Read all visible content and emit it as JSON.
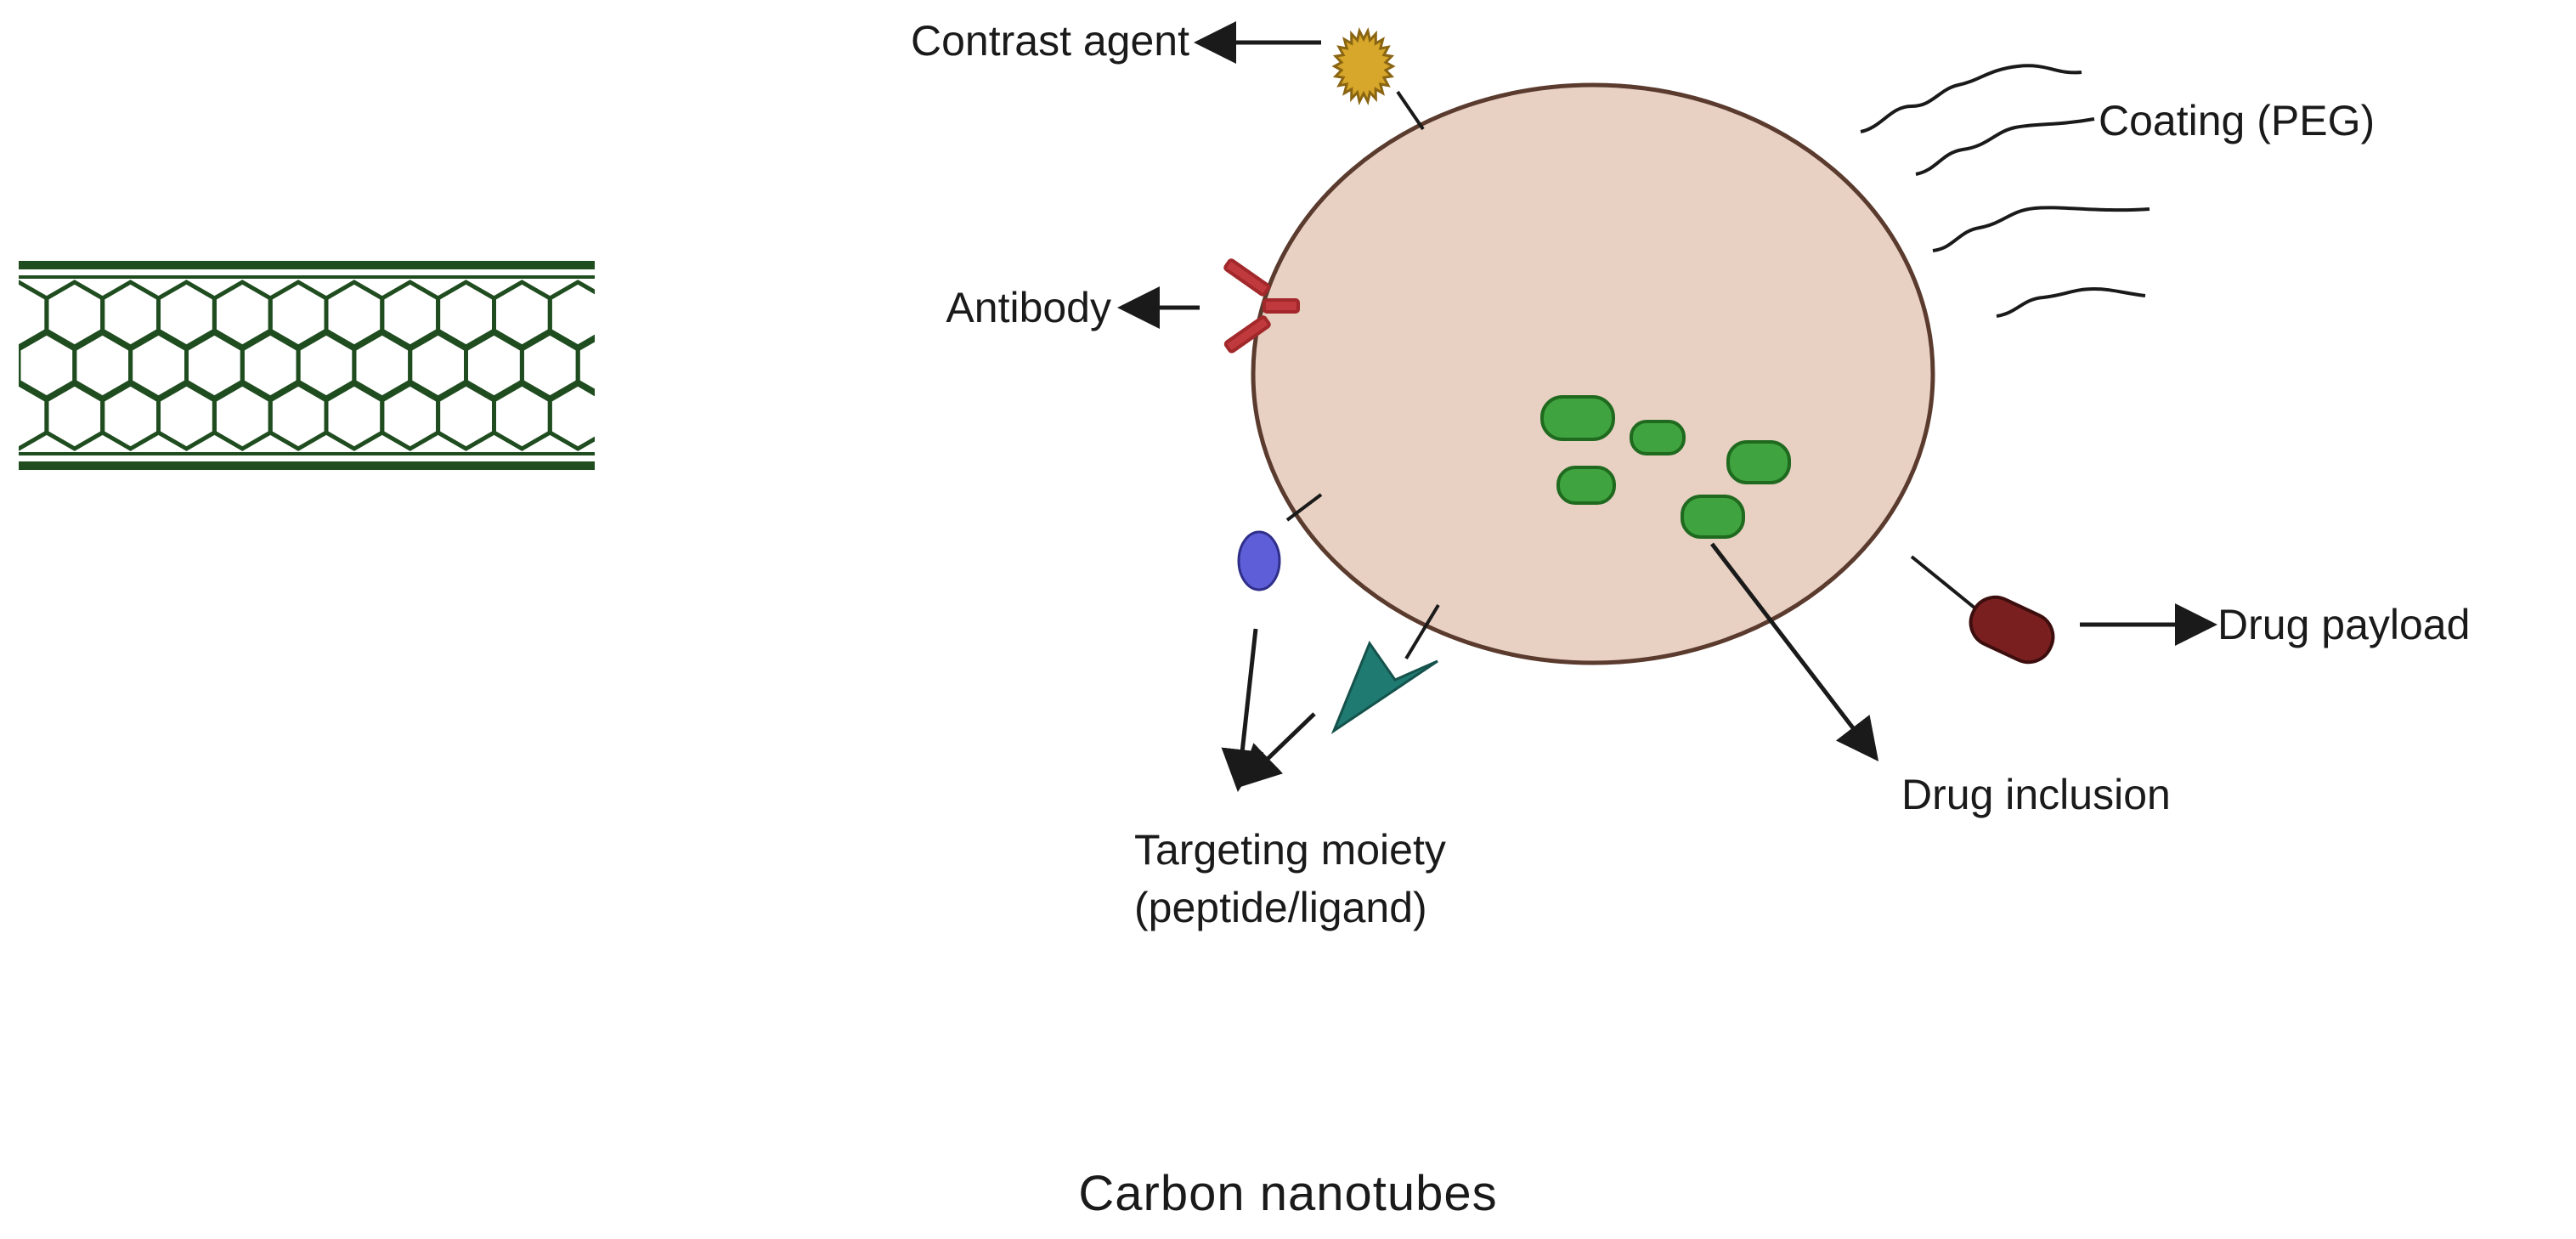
{
  "labels": {
    "contrast_agent": "Contrast agent",
    "coating": "Coating (PEG)",
    "antibody": "Antibody",
    "drug_payload": "Drug payload",
    "drug_inclusion": "Drug inclusion",
    "targeting_line1": "Targeting moiety",
    "targeting_line2": "(peptide/ligand)"
  },
  "caption": "Carbon nanotubes",
  "colors": {
    "nanoparticle_fill": "#e8d1c3",
    "nanoparticle_stroke": "#5a3b2e",
    "nanotube_stroke": "#1f4d1f",
    "drug_inclusion": "#3fa33f",
    "drug_payload": "#7a1f1f",
    "contrast_agent": "#d6a72a",
    "antibody": "#c0393c",
    "ligand_oval": "#5e5ed8",
    "peptide_chevron": "#1f7a72"
  }
}
